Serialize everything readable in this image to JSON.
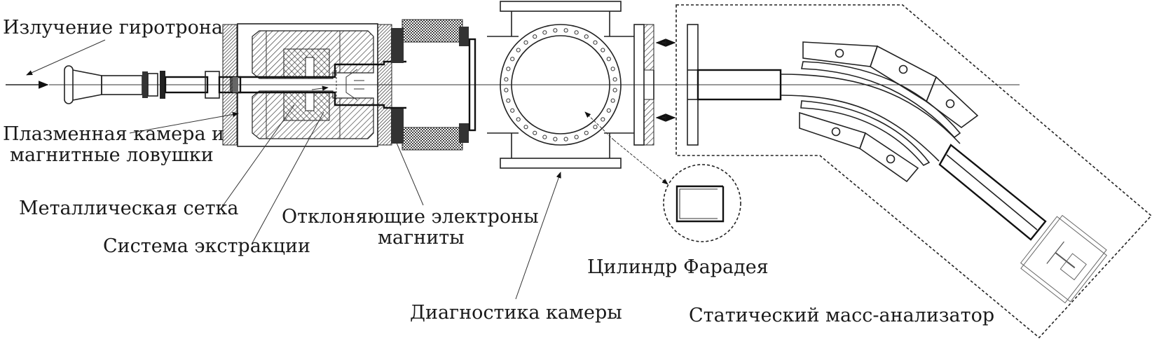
{
  "diagram": {
    "title": "ECR ion source with gyrotron heating and static mass analyzer",
    "labels": {
      "gyrotron_radiation": "Излучение гиротрона",
      "plasma_chamber_line1": "Плазменная камера и",
      "plasma_chamber_line2": "магнитные ловушки",
      "metal_mesh": "Металлическая сетка",
      "extraction_system": "Система экстракции",
      "deflecting_magnets_line1": "Отклоняющие электроны",
      "deflecting_magnets_line2": "магниты",
      "chamber_diagnostics": "Диагностика камеры",
      "faraday_cup": "Цилиндр Фарадея",
      "mass_analyzer": "Статический масс-анализатор"
    },
    "colors": {
      "line": "#222222",
      "hatch": "#333333",
      "fill_dark": "#2b2b2b",
      "background": "#ffffff"
    }
  }
}
